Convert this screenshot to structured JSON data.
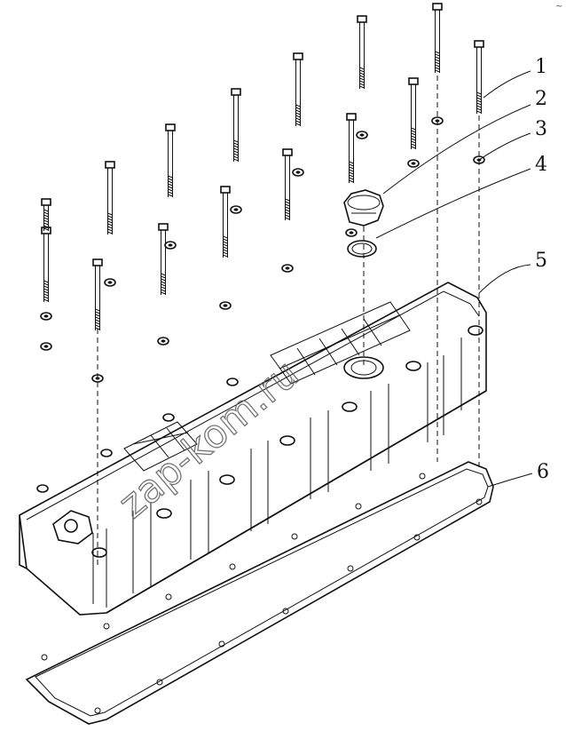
{
  "callouts": [
    "1",
    "2",
    "3",
    "4",
    "5",
    "6"
  ],
  "watermark": "zap-kom.ru",
  "corner_mark": "~"
}
